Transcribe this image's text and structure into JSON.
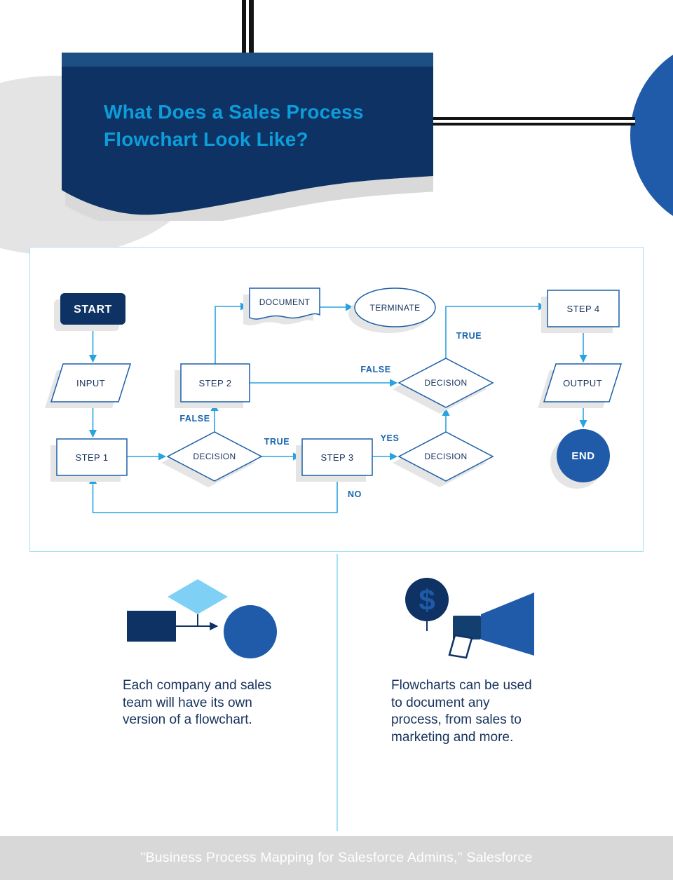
{
  "header": {
    "title_line1": "What Does a Sales Process",
    "title_line2": "Flowchart Look Like?"
  },
  "flowchart": {
    "nodes": {
      "start": "START",
      "input": "INPUT",
      "step1": "STEP 1",
      "step2": "STEP 2",
      "document": "DOCUMENT",
      "terminate": "TERMINATE",
      "decision1": "DECISION",
      "decision2": "DECISION",
      "decision3": "DECISION",
      "step3": "STEP 3",
      "step4": "STEP 4",
      "output": "OUTPUT",
      "end": "END"
    },
    "labels": {
      "decision1_false": "FALSE",
      "decision1_true": "TRUE",
      "decision2_false": "FALSE",
      "decision2_true": "TRUE",
      "decision3_yes": "YES",
      "decision3_no": "NO"
    }
  },
  "illustrations": {
    "left_name": "mini-flowchart",
    "right_name": "money-megaphone",
    "dollar_symbol": "$"
  },
  "notes": {
    "left": "Each company and sales team will have its own version of a flowchart.",
    "right": "Flowcharts can be used to document any process, from sales to marketing and more."
  },
  "footer": {
    "citation": "\"Business Process Mapping for Salesforce Admins,\" Salesforce"
  },
  "colors": {
    "navy": "#0d3263",
    "banner_strip_blue": "#1e4f83",
    "medium_blue": "#1f5ba8",
    "accent_blue": "#0d9dda",
    "connector_blue": "#29a3e0",
    "shape_border_blue": "#1b5fa8",
    "edge_label_blue": "#1565ad",
    "sky_blue": "#7fd0f5",
    "shadow_gray": "#e5e5e5",
    "blob_gray": "#e4e4e4",
    "footer_gray": "#d8d8d8",
    "line_black": "#141414"
  }
}
